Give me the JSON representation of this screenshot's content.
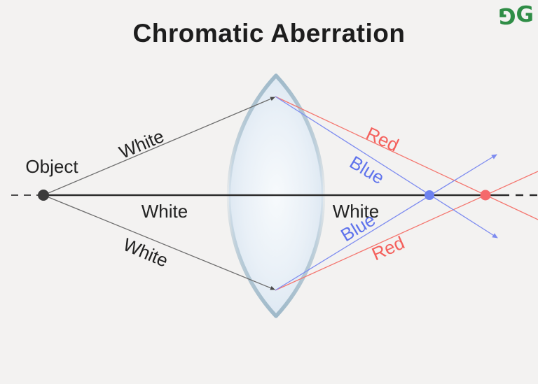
{
  "page": {
    "title": "Chromatic Aberration",
    "background_color": "#f3f2f1"
  },
  "logo": {
    "name": "geeksforgeeks-logo",
    "glyph": "G",
    "color": "#2f8d46"
  },
  "diagram": {
    "description": "Ray diagram of chromatic aberration through a biconvex lens: white light from an object splits into blue and red rays that focus at different points on the optical axis",
    "labels": {
      "object": "Object",
      "white_upper_ray": "White",
      "white_axis_left": "White",
      "white_lower_ray": "White",
      "white_axis_right": "White",
      "red_upper_ray": "Red",
      "red_lower_ray": "Red",
      "blue_upper_ray": "Blue",
      "blue_lower_ray": "Blue"
    },
    "colors": {
      "axis": "#2c2c2c",
      "white_ray": "#6e6e6e",
      "red_ray": "#f4766f",
      "blue_ray": "#7e8cf0",
      "red_label": "#f4605c",
      "blue_label": "#5f73ec",
      "object_dot": "#3b3b3b",
      "blue_focus_dot": "#6d82f0",
      "red_focus_dot": "#f5696b",
      "lens_outline": "#a0b9c8",
      "lens_fill": "#e3edf5"
    }
  }
}
